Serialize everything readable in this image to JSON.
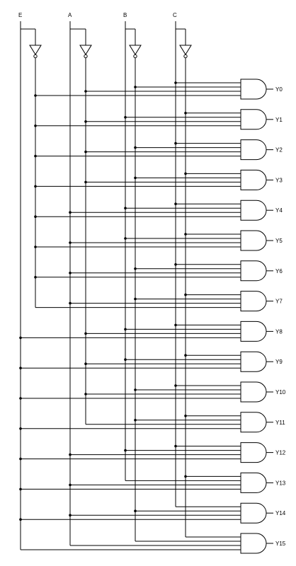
{
  "inputs": [
    "E",
    "A",
    "B",
    "C"
  ],
  "outputs": [
    "Y0",
    "Y1",
    "Y2",
    "Y3",
    "Y4",
    "Y5",
    "Y6",
    "Y7",
    "Y8",
    "Y9",
    "Y10",
    "Y11",
    "Y12",
    "Y13",
    "Y14",
    "Y15"
  ],
  "colors": {
    "wire": "#000000",
    "background": "#ffffff"
  },
  "gates": [
    {
      "output": "Y0",
      "inputs": [
        "C",
        "B'",
        "A'",
        "E'"
      ]
    },
    {
      "output": "Y1",
      "inputs": [
        "C'",
        "B",
        "A'",
        "E'"
      ]
    },
    {
      "output": "Y2",
      "inputs": [
        "C",
        "B'",
        "A'",
        "E'"
      ]
    },
    {
      "output": "Y3",
      "inputs": [
        "C'",
        "B'",
        "A'",
        "E'"
      ]
    },
    {
      "output": "Y4",
      "inputs": [
        "C",
        "B",
        "A",
        "E'"
      ]
    },
    {
      "output": "Y5",
      "inputs": [
        "C'",
        "B",
        "A",
        "E'"
      ]
    },
    {
      "output": "Y6",
      "inputs": [
        "C",
        "B'",
        "A",
        "E'"
      ]
    },
    {
      "output": "Y7",
      "inputs": [
        "C'",
        "B'",
        "A",
        "E'"
      ]
    },
    {
      "output": "Y8",
      "inputs": [
        "C",
        "B",
        "A'",
        "E"
      ]
    },
    {
      "output": "Y9",
      "inputs": [
        "C'",
        "B",
        "A'",
        "E"
      ]
    },
    {
      "output": "Y10",
      "inputs": [
        "C",
        "B'",
        "A'",
        "E"
      ]
    },
    {
      "output": "Y11",
      "inputs": [
        "C'",
        "B'",
        "A'",
        "E"
      ]
    },
    {
      "output": "Y12",
      "inputs": [
        "C",
        "B",
        "A",
        "E"
      ]
    },
    {
      "output": "Y13",
      "inputs": [
        "C'",
        "B",
        "A",
        "E"
      ]
    },
    {
      "output": "Y14",
      "inputs": [
        "C",
        "B'",
        "A",
        "E"
      ]
    },
    {
      "output": "Y15",
      "inputs": [
        "C'",
        "B'",
        "A",
        "E"
      ]
    }
  ]
}
